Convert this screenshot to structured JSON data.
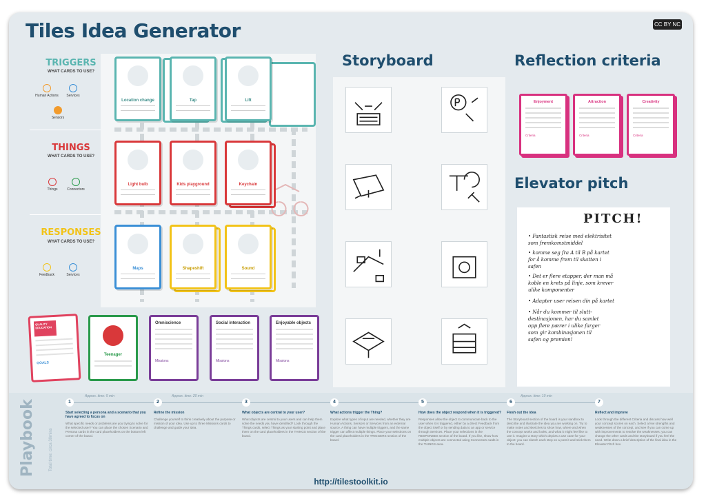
{
  "title": "Tiles Idea Generator",
  "license": "CC BY NC",
  "triggers": {
    "label": "TRIGGERS",
    "sub": "WHAT CARDS TO USE?",
    "cats": [
      "Human Actions",
      "Services",
      "Sensors"
    ],
    "cards": [
      "Location change",
      "Tap",
      "Lift"
    ]
  },
  "things": {
    "label": "THINGS",
    "sub": "WHAT CARDS TO USE?",
    "cats": [
      "Things",
      "Connectors"
    ],
    "cards": [
      "Light bulb",
      "Kids playground",
      "Keychain"
    ]
  },
  "responses": {
    "label": "RESPONSES",
    "sub": "WHAT CARDS TO USE?",
    "cats": [
      "Feedback",
      "Services"
    ],
    "cards": [
      "Maps",
      "Shapeshift",
      "Sound"
    ]
  },
  "bottom_cards": {
    "scenario": "QUALITY EDUCATION",
    "scenario_tag": "GOALS",
    "persona": "Teenager",
    "missions": [
      "Omniscience",
      "Social interaction",
      "Enjoyable objects"
    ],
    "mission_label": "Missions"
  },
  "storyboard": {
    "title": "Storyboard"
  },
  "reflection": {
    "title": "Reflection criteria",
    "cards": [
      "Enjoyment",
      "Attraction",
      "Creativity"
    ],
    "card_label": "Criteria"
  },
  "elevator": {
    "title": "Elevator pitch",
    "heading": "PITCH!",
    "lines": [
      "• Fantastisk reise med elektrisitet",
      "  som fremkomstmiddel",
      "• komme seg fra A til B på kartet",
      "  for å komme frem til skatten i",
      "  safen",
      "• Det er flere etapper, der man må",
      "  koble en krets på linje, som krever",
      "  ulike komponenter",
      "• Adapter user reisen din på kartet",
      "• Når du kommer til slutt-",
      "  destinasjonen, har du samlet",
      "  opp flere pærer i ulike farger",
      "  som gir kombinasjonen til",
      "  safen og premien!"
    ]
  },
  "playbook": {
    "title": "Playbook",
    "subtitle": "Total time: circa 30mins",
    "url": "http://tilestoolkit.io",
    "timings": [
      "Approx. time: 5 min",
      "Approx. time: 20 min",
      "Approx. time: 10 min"
    ],
    "steps": [
      {
        "n": "1",
        "title": "Start selecting a persona and a scenario that you have agreed to focus on",
        "text": "What specific needs or problems are you trying to solve for the selected user? You can place the chosen Scenario and Persona cards in the card placeholders on the bottom left corner of the board."
      },
      {
        "n": "2",
        "title": "Refine the mission",
        "text": "Challenge yourself to think creatively about the purpose or mission of your idea. Use up to three Missions cards to challenge and guide your idea."
      },
      {
        "n": "3",
        "title": "What objects are central to your user?",
        "text": "What objects are central to your users and can help them solve the needs you have identified? Look through the Things cards, select Things as your starting point and place them on the card placeholders in the THINGS section of the board."
      },
      {
        "n": "4",
        "title": "What actions trigger the Thing?",
        "text": "Explore what types of input are needed, whether they are Human Actions, Sensors or Services from an external source. A thing can have multiple triggers, and the same trigger can affect multiple things. Place your selections on the card placeholders in the TRIGGERS section of the board."
      },
      {
        "n": "5",
        "title": "How does the object respond when it is triggered?",
        "text": "Responses allow the object to communicate back to the user when it is triggered, either by a direct Feedback from the object itself or by sending data to an app or service through Services. Place your selections in the RESPONSES section of the board. If you like, show how multiple objects are connected using Connectors cards in the THINGS area."
      },
      {
        "n": "6",
        "title": "Flesh out the idea",
        "text": "The Storyboard section of the board is your sandbox to describe and illustrate the idea you are working on. Try to make notes and sketches to show how, where and when the concept works and looks, and what it might feel like to use it. Imagine a story which depicts a use case for your object: you can sketch each step on a post-it and stick them to the board."
      },
      {
        "n": "7",
        "title": "Reflect and improve",
        "text": "Look through the different Criteria and discuss how well your concept scores on each. Select a few strengths and weaknesses of the concept, and see if you can come up with improvements to resolve the weaknesses; you can change the other cards and the storyboard if you feel the need. Write down a brief description of the final idea in the Elevator Pitch box."
      }
    ]
  },
  "colors": {
    "triggers": "#5ab5b0",
    "things": "#d9383a",
    "responses": "#f2c318",
    "missions": "#7a3d98",
    "criteria": "#d8317f",
    "scenario": "#e0435f",
    "persona": "#2a9a4b",
    "title": "#1f4e6e"
  }
}
